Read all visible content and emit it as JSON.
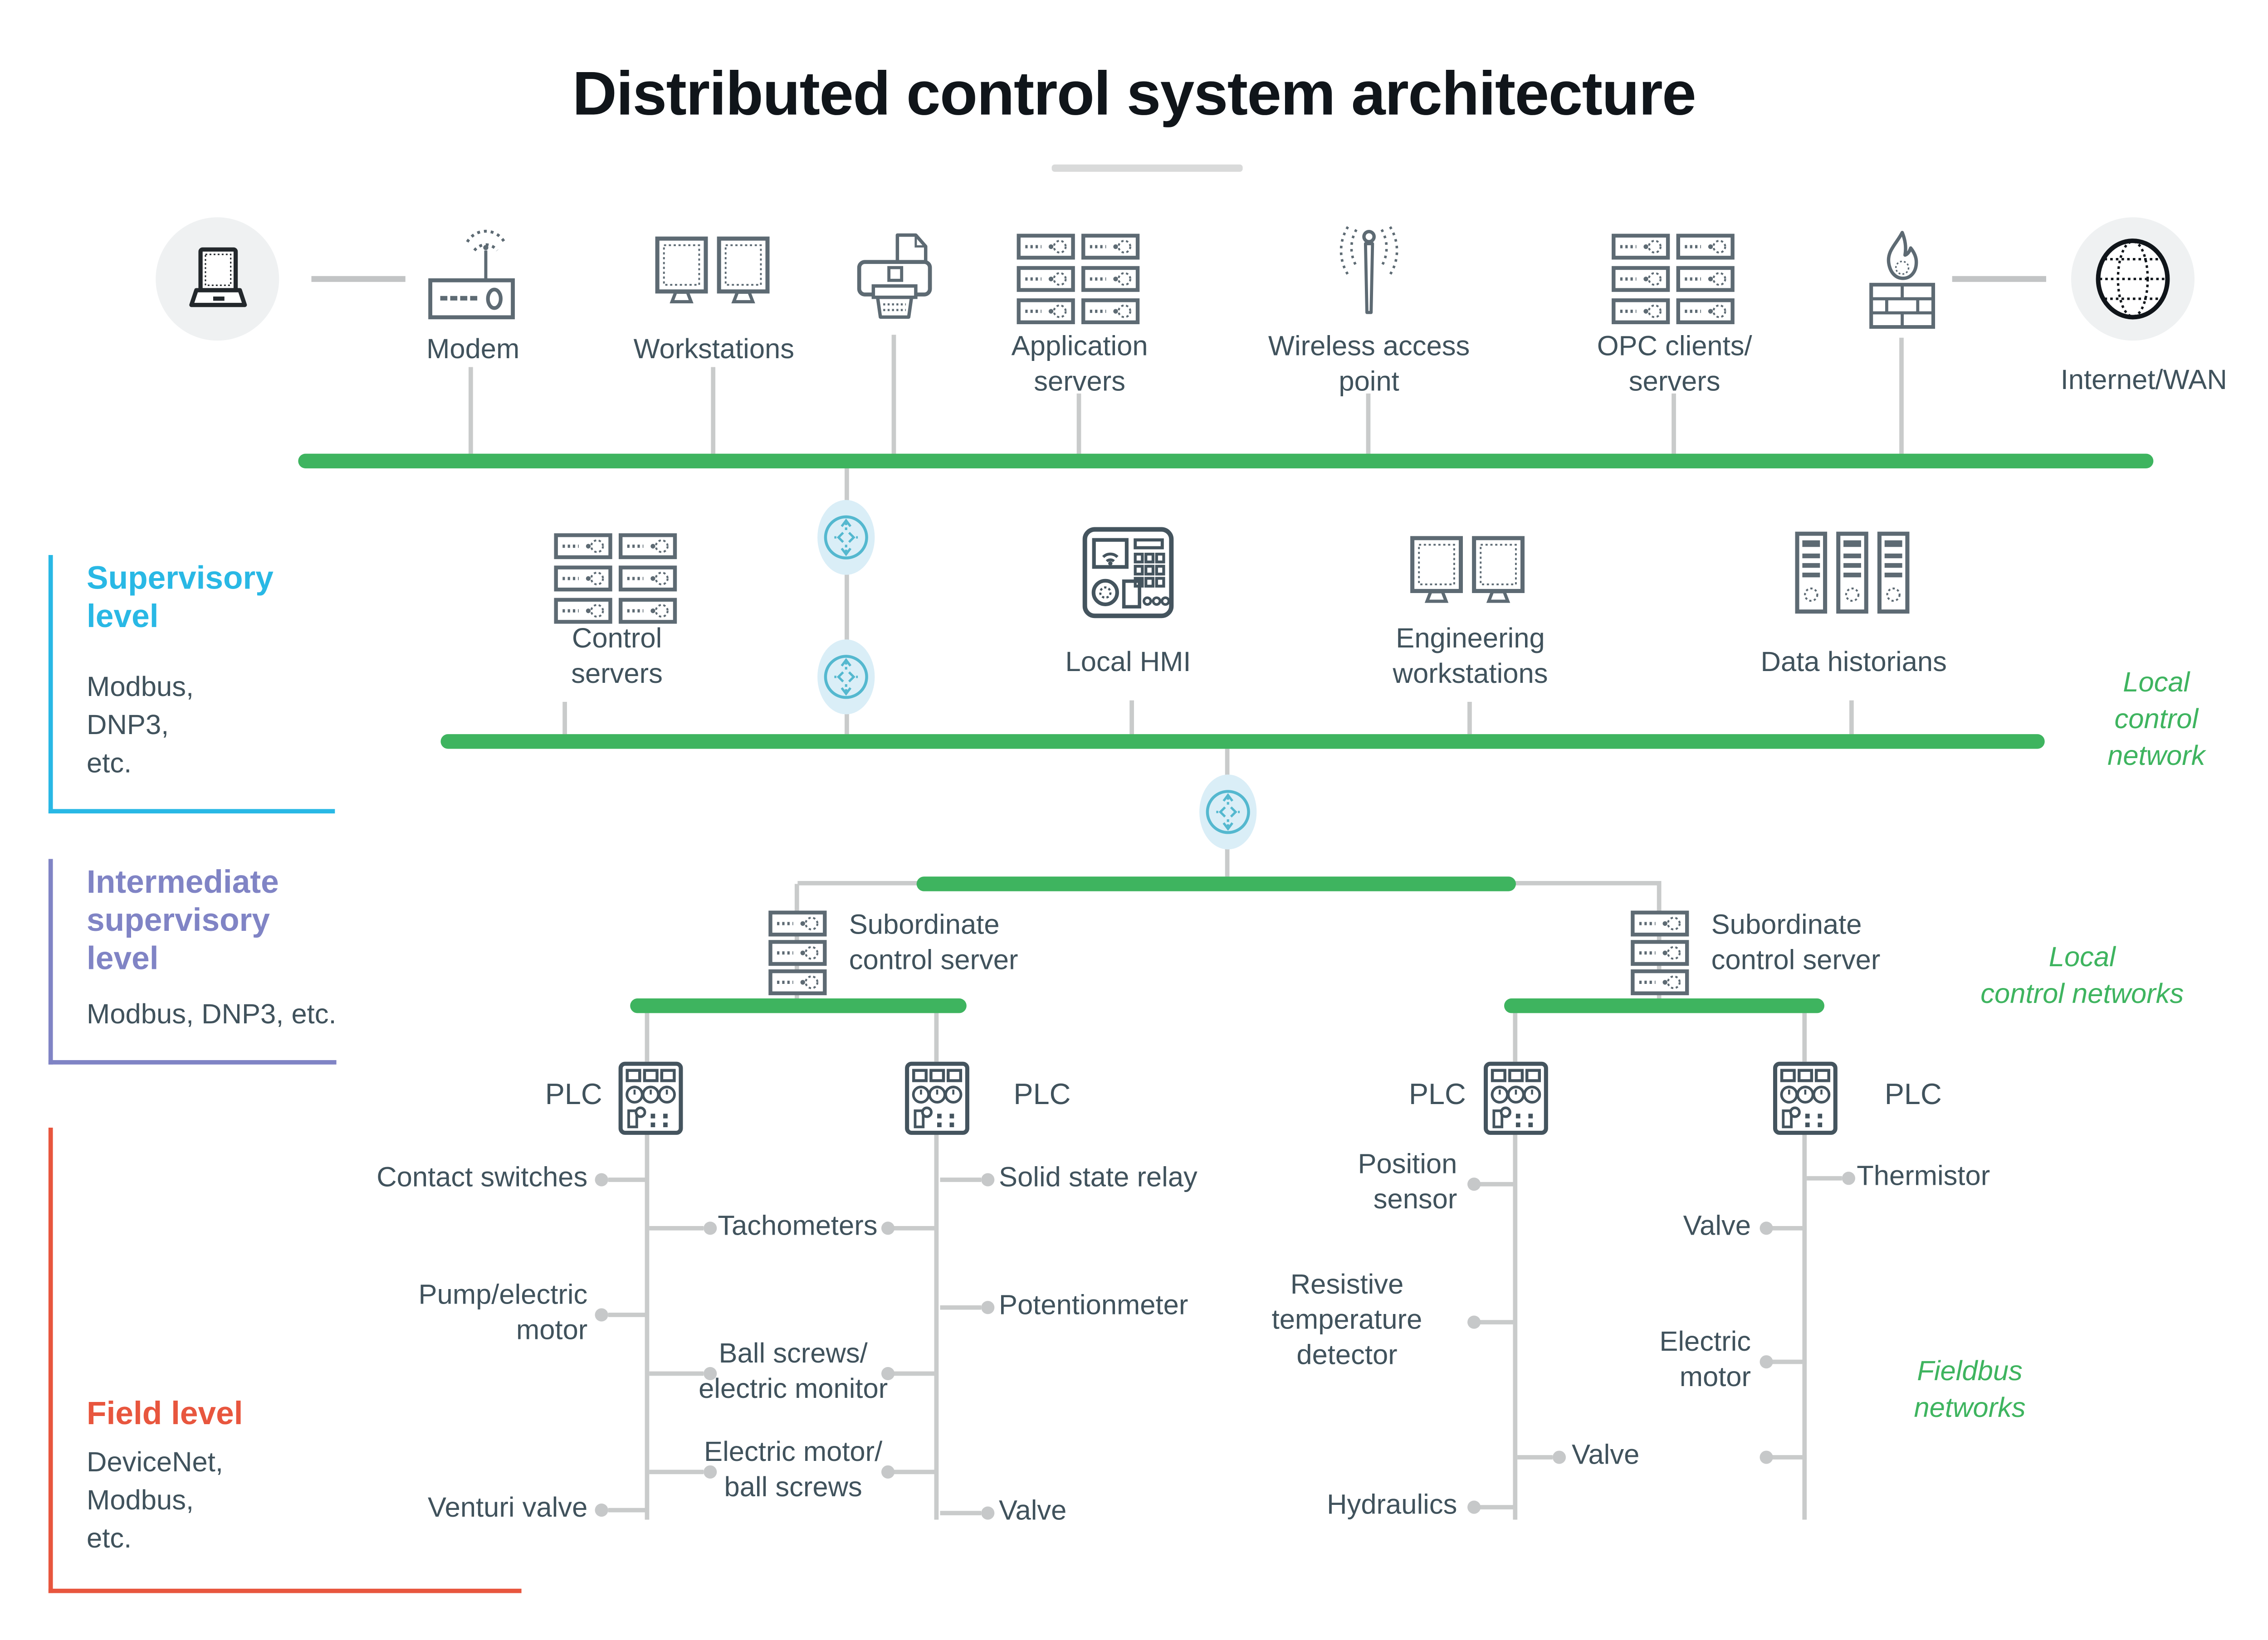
{
  "title": "Distributed control system architecture",
  "top_row": {
    "modem": "Modem",
    "workstations": "Workstations",
    "application_servers": "Application\nservers",
    "wireless_access_point": "Wireless access\npoint",
    "opc_clients_servers": "OPC clients/\nservers",
    "internet_wan": "Internet/WAN"
  },
  "levels": {
    "supervisory": {
      "title": "Supervisory\nlevel",
      "protocols": "Modbus,\nDNP3,\netc.",
      "color": "#29b8e5"
    },
    "intermediate": {
      "title": "Intermediate\nsupervisory\nlevel",
      "protocols": "Modbus, DNP3, etc.",
      "color": "#8084c5"
    },
    "field": {
      "title": "Field level",
      "protocols": "DeviceNet,\nModbus,\netc.",
      "color": "#e8563e"
    }
  },
  "supervisory_row": {
    "control_servers": "Control\nservers",
    "local_hmi": "Local HMI",
    "engineering_workstations": "Engineering\nworkstations",
    "data_historians": "Data historians"
  },
  "network_labels": {
    "local_control_network": "Local\ncontrol\nnetwork",
    "local_control_networks": "Local\ncontrol networks",
    "fieldbus_networks": "Fieldbus\nnetworks"
  },
  "intermediate_row": {
    "subordinate_left": "Subordinate\ncontrol server",
    "subordinate_right": "Subordinate\ncontrol server",
    "plc_1": "PLC",
    "plc_2": "PLC",
    "plc_3": "PLC",
    "plc_4": "PLC"
  },
  "field_devices": {
    "contact_switches": "Contact switches",
    "tachometers": "Tachometers",
    "pump_electric_motor": "Pump/electric\nmotor",
    "ball_screws_electric_monitor": "Ball screws/\nelectric monitor",
    "electric_motor_ball_screws": "Electric motor/\nball screws",
    "venturi_valve": "Venturi valve",
    "solid_state_relay": "Solid state relay",
    "potentionmeter": "Potentionmeter",
    "valve_left_lower": "Valve",
    "position_sensor": "Position\nsensor",
    "resistive_temperature_detector": "Resistive\ntemperature\ndetector",
    "hydraulics": "Hydraulics",
    "valve_middle": "Valve",
    "thermistor": "Thermistor",
    "valve_right_upper": "Valve",
    "electric_motor": "Electric\nmotor"
  },
  "colors": {
    "bus_green": "#3eb45f",
    "supervisory_cyan": "#29b8e5",
    "intermediate_purple": "#8084c5",
    "field_orange": "#e8563e",
    "label_slate": "#40525c",
    "connector_gray": "#c9cbcb",
    "icon_gray": "#5d6a73",
    "router_cyan": "#54b8cf"
  }
}
